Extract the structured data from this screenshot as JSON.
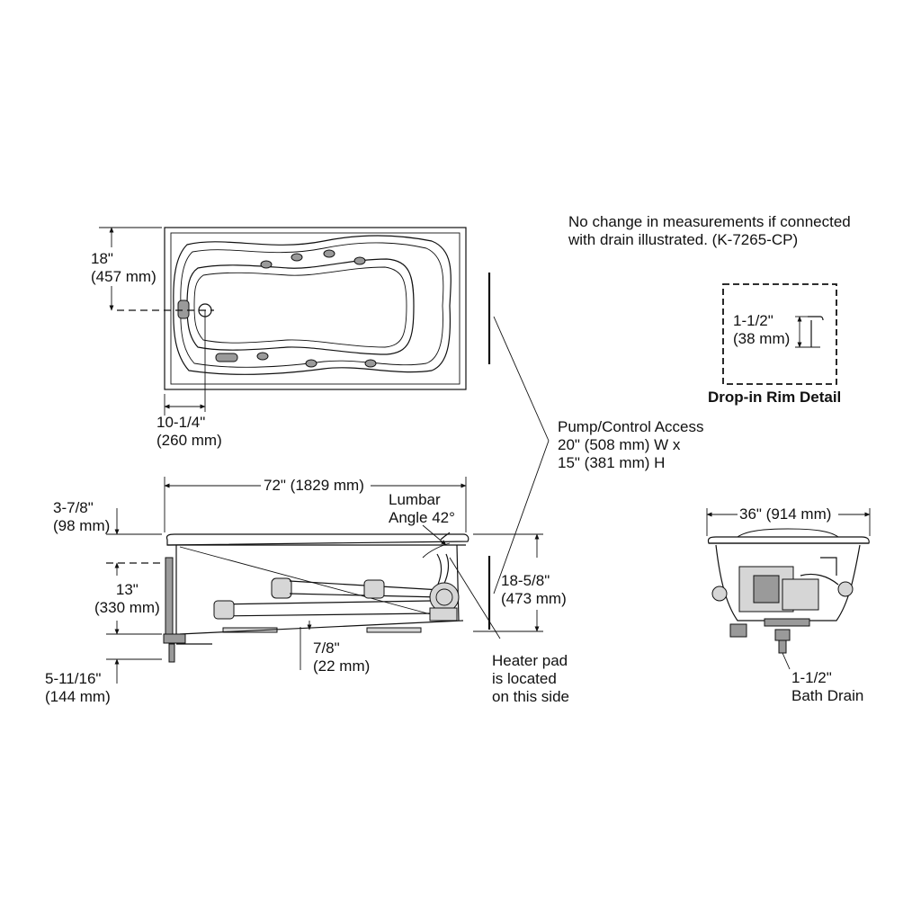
{
  "notes": {
    "drain_line1": "No change in measurements if connected",
    "drain_line2": "with drain illustrated. (K-7265-CP)"
  },
  "rim_detail": {
    "dim_imperial": "1-1/2\"",
    "dim_metric": "(38 mm)",
    "title": "Drop-in Rim Detail"
  },
  "top_view": {
    "width_imperial": "18\"",
    "width_metric": "(457 mm)",
    "drain_offset_imperial": "10-1/4\"",
    "drain_offset_metric": "(260 mm)"
  },
  "pump_access": {
    "line1": "Pump/Control Access",
    "line2": "20\" (508 mm) W x",
    "line3": "15\" (381 mm) H"
  },
  "side_view": {
    "length": "72\" (1829 mm)",
    "rim_imperial": "3-7/8\"",
    "rim_metric": "(98 mm)",
    "lumbar_line1": "Lumbar",
    "lumbar_line2": "Angle 42°",
    "depth_imperial": "13\"",
    "depth_metric": "(330 mm)",
    "height_imperial": "18-5/8\"",
    "height_metric": "(473 mm)",
    "base_imperial": "7/8\"",
    "base_metric": "(22 mm)",
    "drain_imperial": "5-11/16\"",
    "drain_metric": "(144 mm)",
    "heater_line1": "Heater pad",
    "heater_line2": "is located",
    "heater_line3": "on this side"
  },
  "end_view": {
    "width": "36\" (914 mm)",
    "drain_line1": "1-1/2\"",
    "drain_line2": "Bath Drain"
  }
}
